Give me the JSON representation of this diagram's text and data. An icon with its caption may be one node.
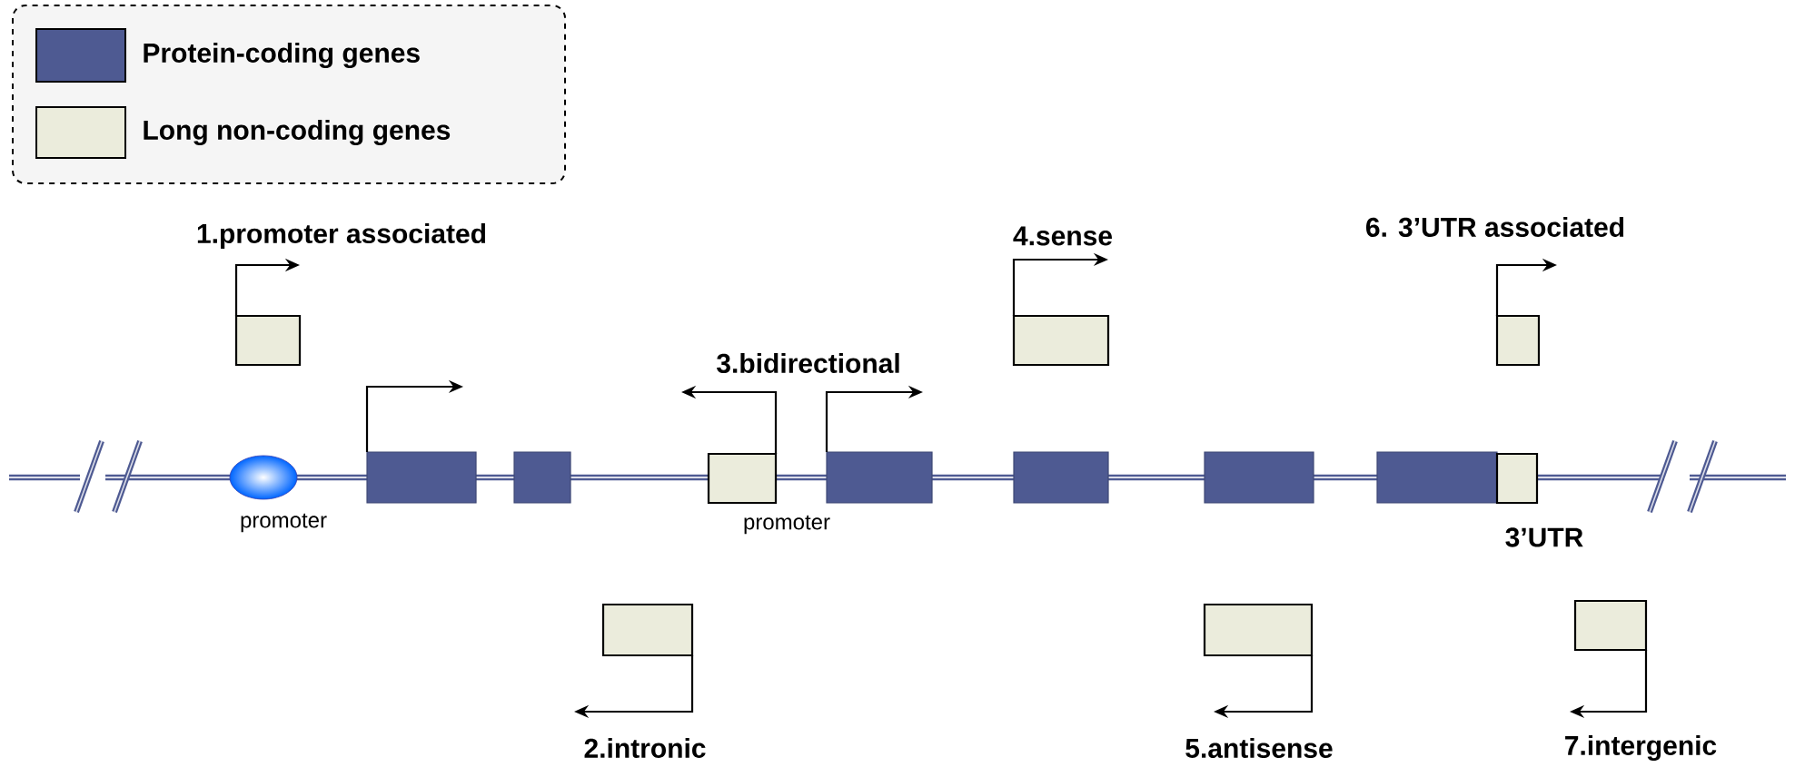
{
  "diagram": {
    "nodes": [
      {
        "text": [
          "1.promoter associated"
        ]
      },
      {
        "text": [],
        "shape": "ellipse",
        "beside": [
          "promoter"
        ]
      },
      {
        "text": [
          "3.bidirectional"
        ],
        "beside": [
          "promoter"
        ]
      },
      {
        "text": [
          "4.sense"
        ]
      },
      {
        "text": [
          "6. 3’UTR associated"
        ]
      },
      {
        "text": [
          "3’UTR"
        ]
      },
      {
        "text": [
          "2.intronic"
        ]
      },
      {
        "text": [
          "5.antisense"
        ]
      },
      {
        "text": [
          "7.intergenic"
        ]
      }
    ],
    "legend": [
      {
        "text": "Protein-coding genes",
        "color": "#4e5a92"
      },
      {
        "text": "Long non-coding genes",
        "color": "#ebecdc"
      }
    ]
  }
}
